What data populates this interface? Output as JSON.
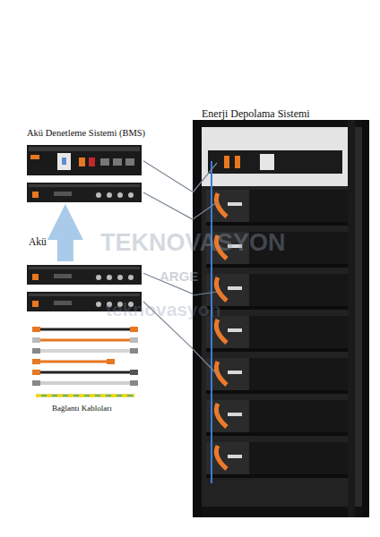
{
  "diagram": {
    "nodes": [
      {
        "text": [
          "Akü Denetleme Sistemi (BMS)"
        ]
      },
      {
        "text": [
          "Akü"
        ]
      },
      {
        "text": [
          "Enerji Depolama Sistemi"
        ]
      },
      {
        "text": [
          "Bağlantı Kabloları"
        ]
      }
    ],
    "edges": [
      {
        "from": 0,
        "to": 2,
        "arrow": "none"
      },
      {
        "from": 0,
        "to": 2,
        "arrow": "none"
      },
      {
        "from": 1,
        "to": 2,
        "arrow": "none"
      },
      {
        "from": 1,
        "to": 2,
        "arrow": "none"
      },
      {
        "from": 1,
        "to": 0,
        "arrow": "to"
      }
    ],
    "labels": [
      "TEKNOVASYON",
      "ARGE",
      "teknovasyon"
    ]
  }
}
